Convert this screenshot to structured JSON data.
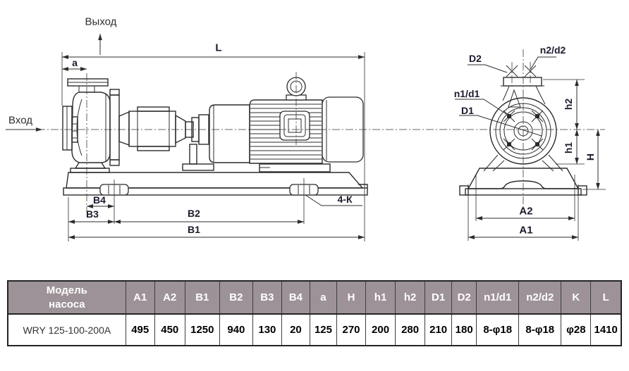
{
  "drawing": {
    "labels": {
      "outlet": "Выход",
      "inlet": "Вход",
      "L": "L",
      "a": "a",
      "B4": "B4",
      "B3": "B3",
      "B2": "B2",
      "B1": "B1",
      "K": "4-К",
      "D2": "D2",
      "n2d2": "n2/d2",
      "n1d1": "n1/d1",
      "D1": "D1",
      "h2": "h2",
      "h1": "h1",
      "H": "H",
      "A2": "A2",
      "A1": "A1"
    }
  },
  "table": {
    "headers": [
      "Модель\nнасоса",
      "A1",
      "A2",
      "B1",
      "B2",
      "B3",
      "B4",
      "a",
      "H",
      "h1",
      "h2",
      "D1",
      "D2",
      "n1/d1",
      "n2/d2",
      "K",
      "L"
    ],
    "rows": [
      [
        "WRY 125-100-200A",
        "495",
        "450",
        "1250",
        "940",
        "130",
        "20",
        "125",
        "270",
        "200",
        "280",
        "210",
        "180",
        "8-φ18",
        "8-φ18",
        "φ28",
        "1410"
      ]
    ]
  },
  "colors": {
    "line": "#2c2c2c",
    "table_header_bg": "#9c9297",
    "table_header_text": "#ffffff",
    "table_border": "#232323"
  }
}
